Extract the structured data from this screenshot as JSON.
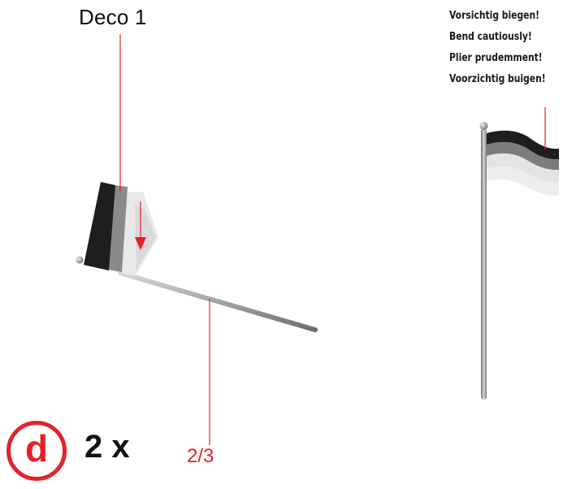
{
  "diagram": {
    "part_label": "Deco 1",
    "warnings": [
      "Vorsichtig biegen!",
      "Bend cautiously!",
      "Plier prudemment!",
      "Voorzichtig buigen!"
    ],
    "step_letter": "d",
    "quantity": "2 x",
    "fraction_label": "2/3",
    "accent_color": "#e3222a",
    "flag_colors": [
      "#1a1a1a",
      "#8a8a8a",
      "#e6e6e6"
    ]
  }
}
